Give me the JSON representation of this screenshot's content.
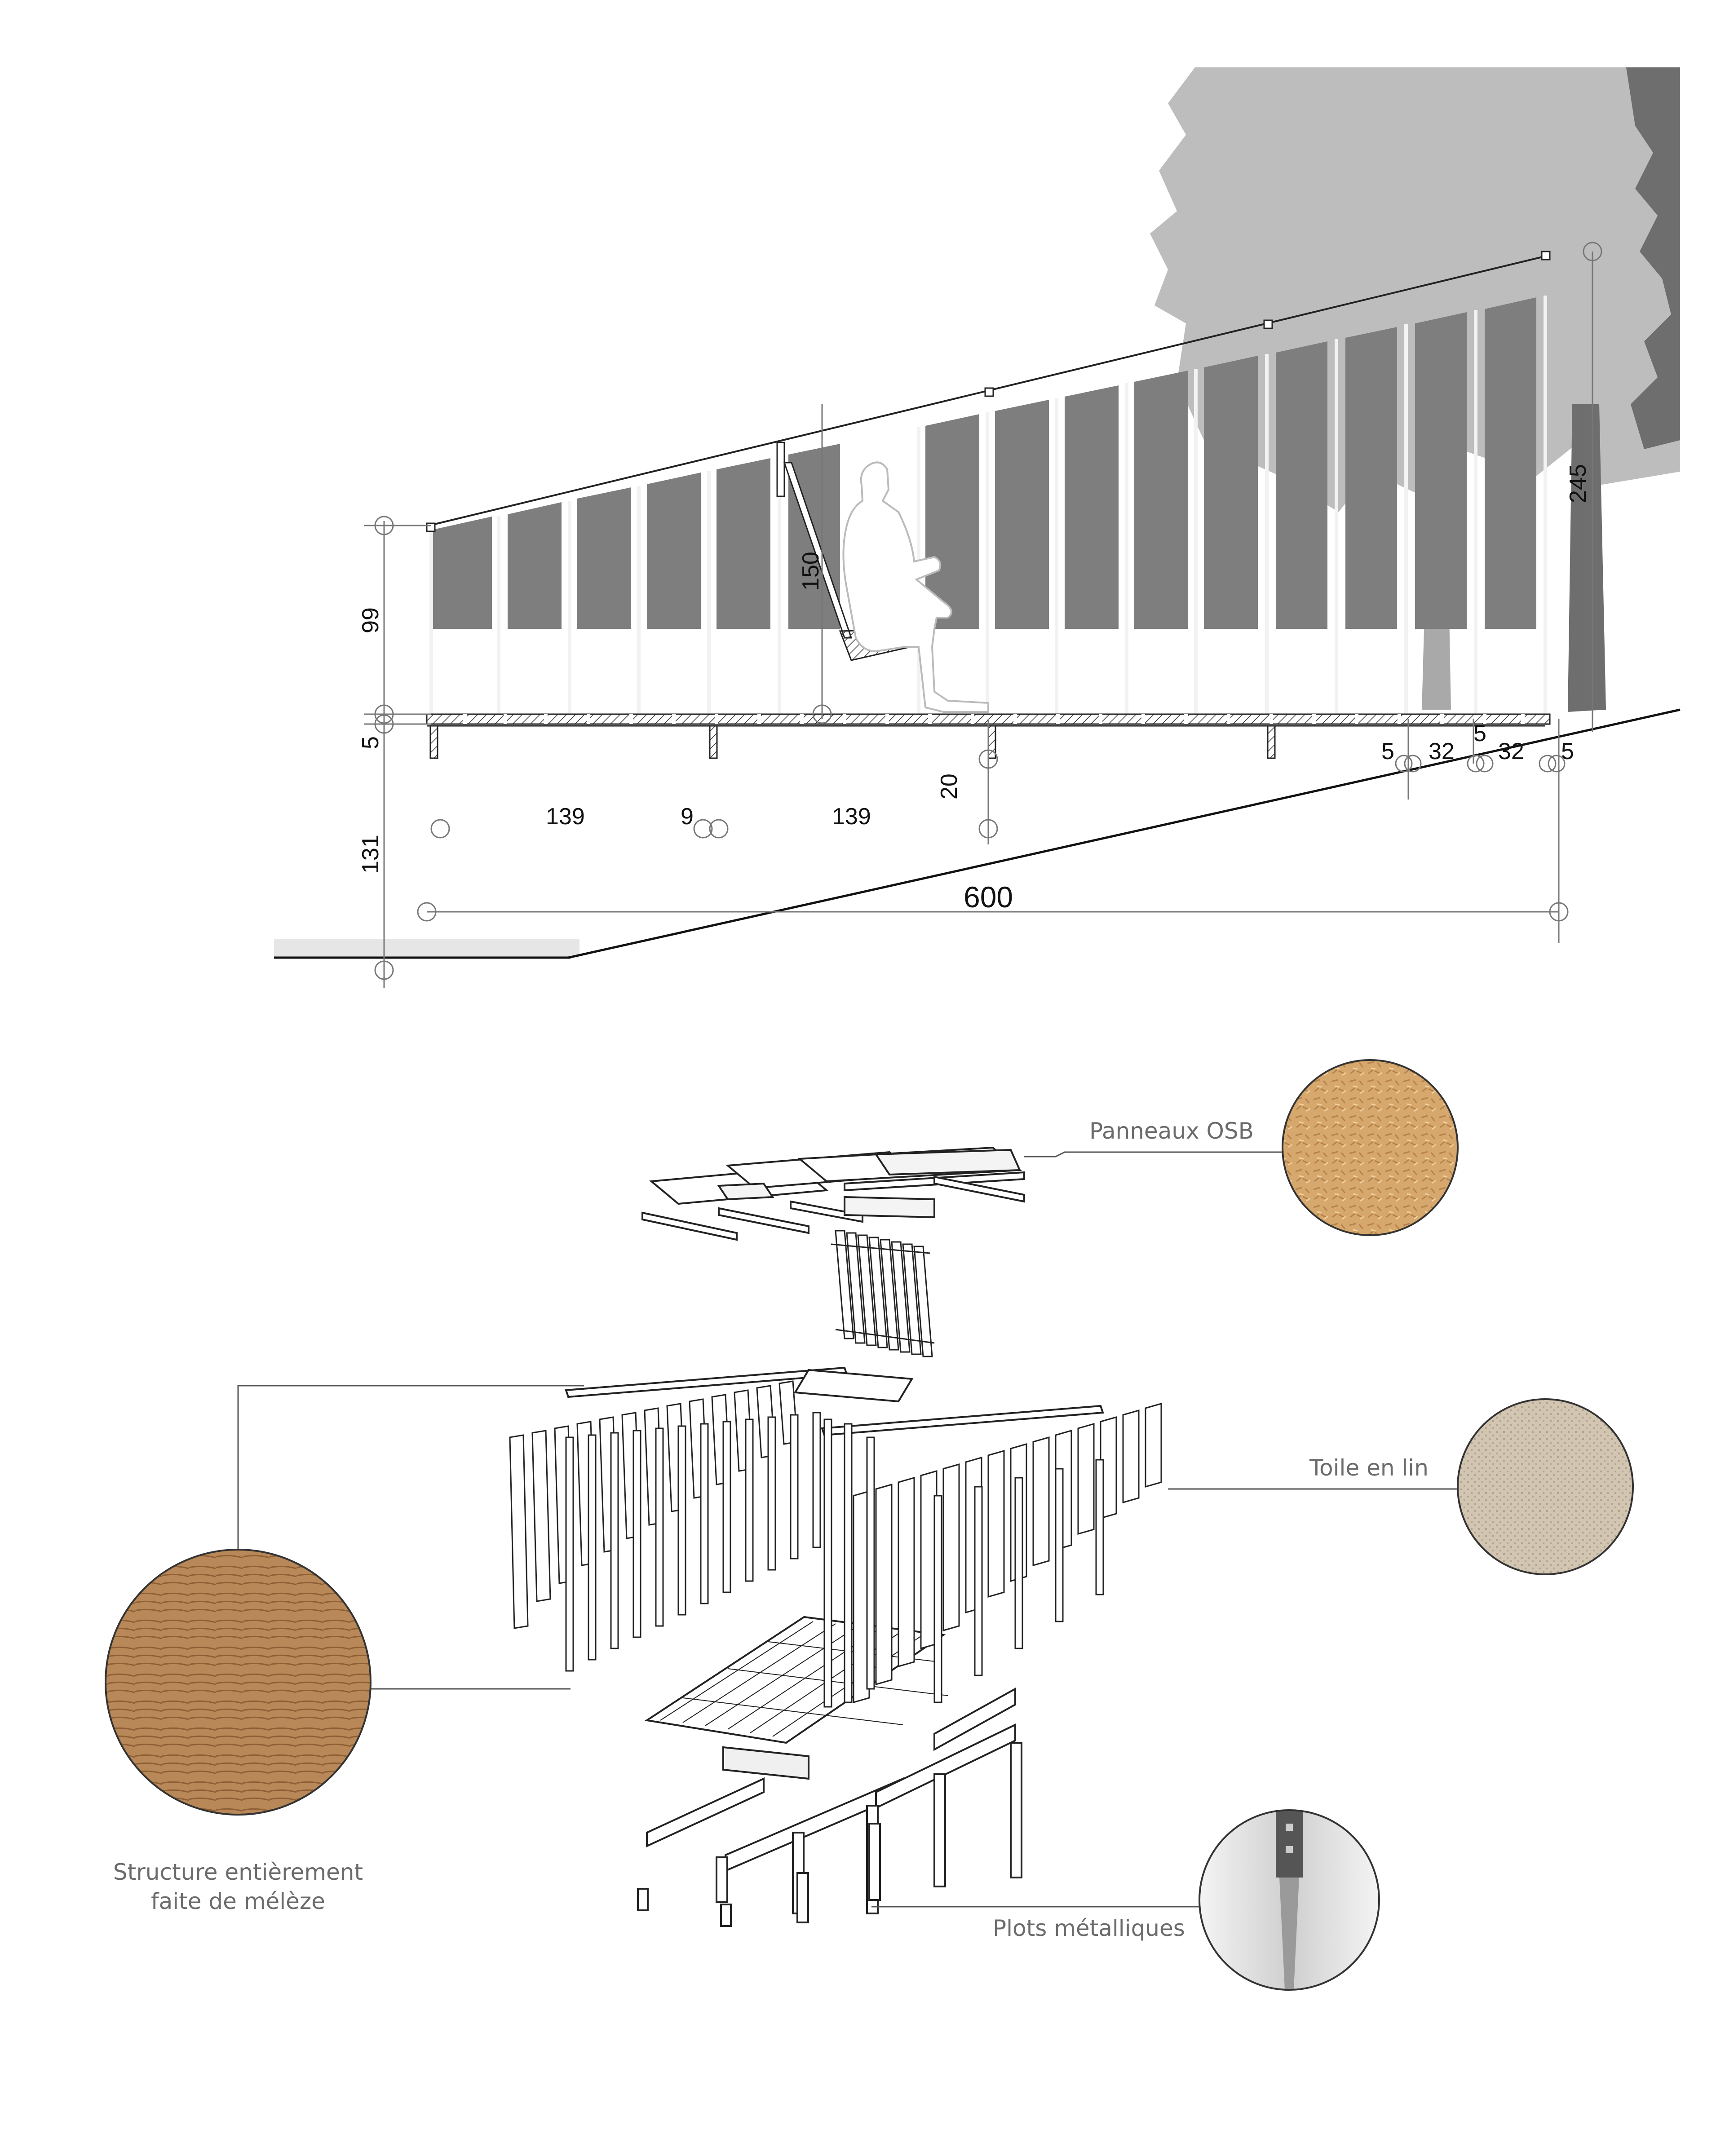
{
  "section": {
    "dimensions": {
      "d99": "99",
      "d5_left": "5",
      "d131": "131",
      "d150": "150",
      "d139_a": "139",
      "d9": "9",
      "d139_b": "139",
      "d20": "20",
      "d600": "600",
      "d245": "245",
      "d5_mid": "5",
      "d5_r1": "5",
      "d32_a": "32",
      "d32_b": "32",
      "d5_r2": "5"
    }
  },
  "exploded": {
    "callouts": {
      "osb": "Panneaux OSB",
      "linen": "Toile en lin",
      "structure_line1": "Structure entièrement",
      "structure_line2": "faite de mélèze",
      "plots": "Plots métalliques"
    }
  },
  "colors": {
    "tree": "#bcbcbc",
    "tree_dark": "#6f6f6f",
    "canvas_fill": "#7d7d7d",
    "osb": "#d4a46a",
    "larch": "#b98a5a",
    "linen": "#cfc2ae",
    "steel": "#8f8f8f"
  }
}
